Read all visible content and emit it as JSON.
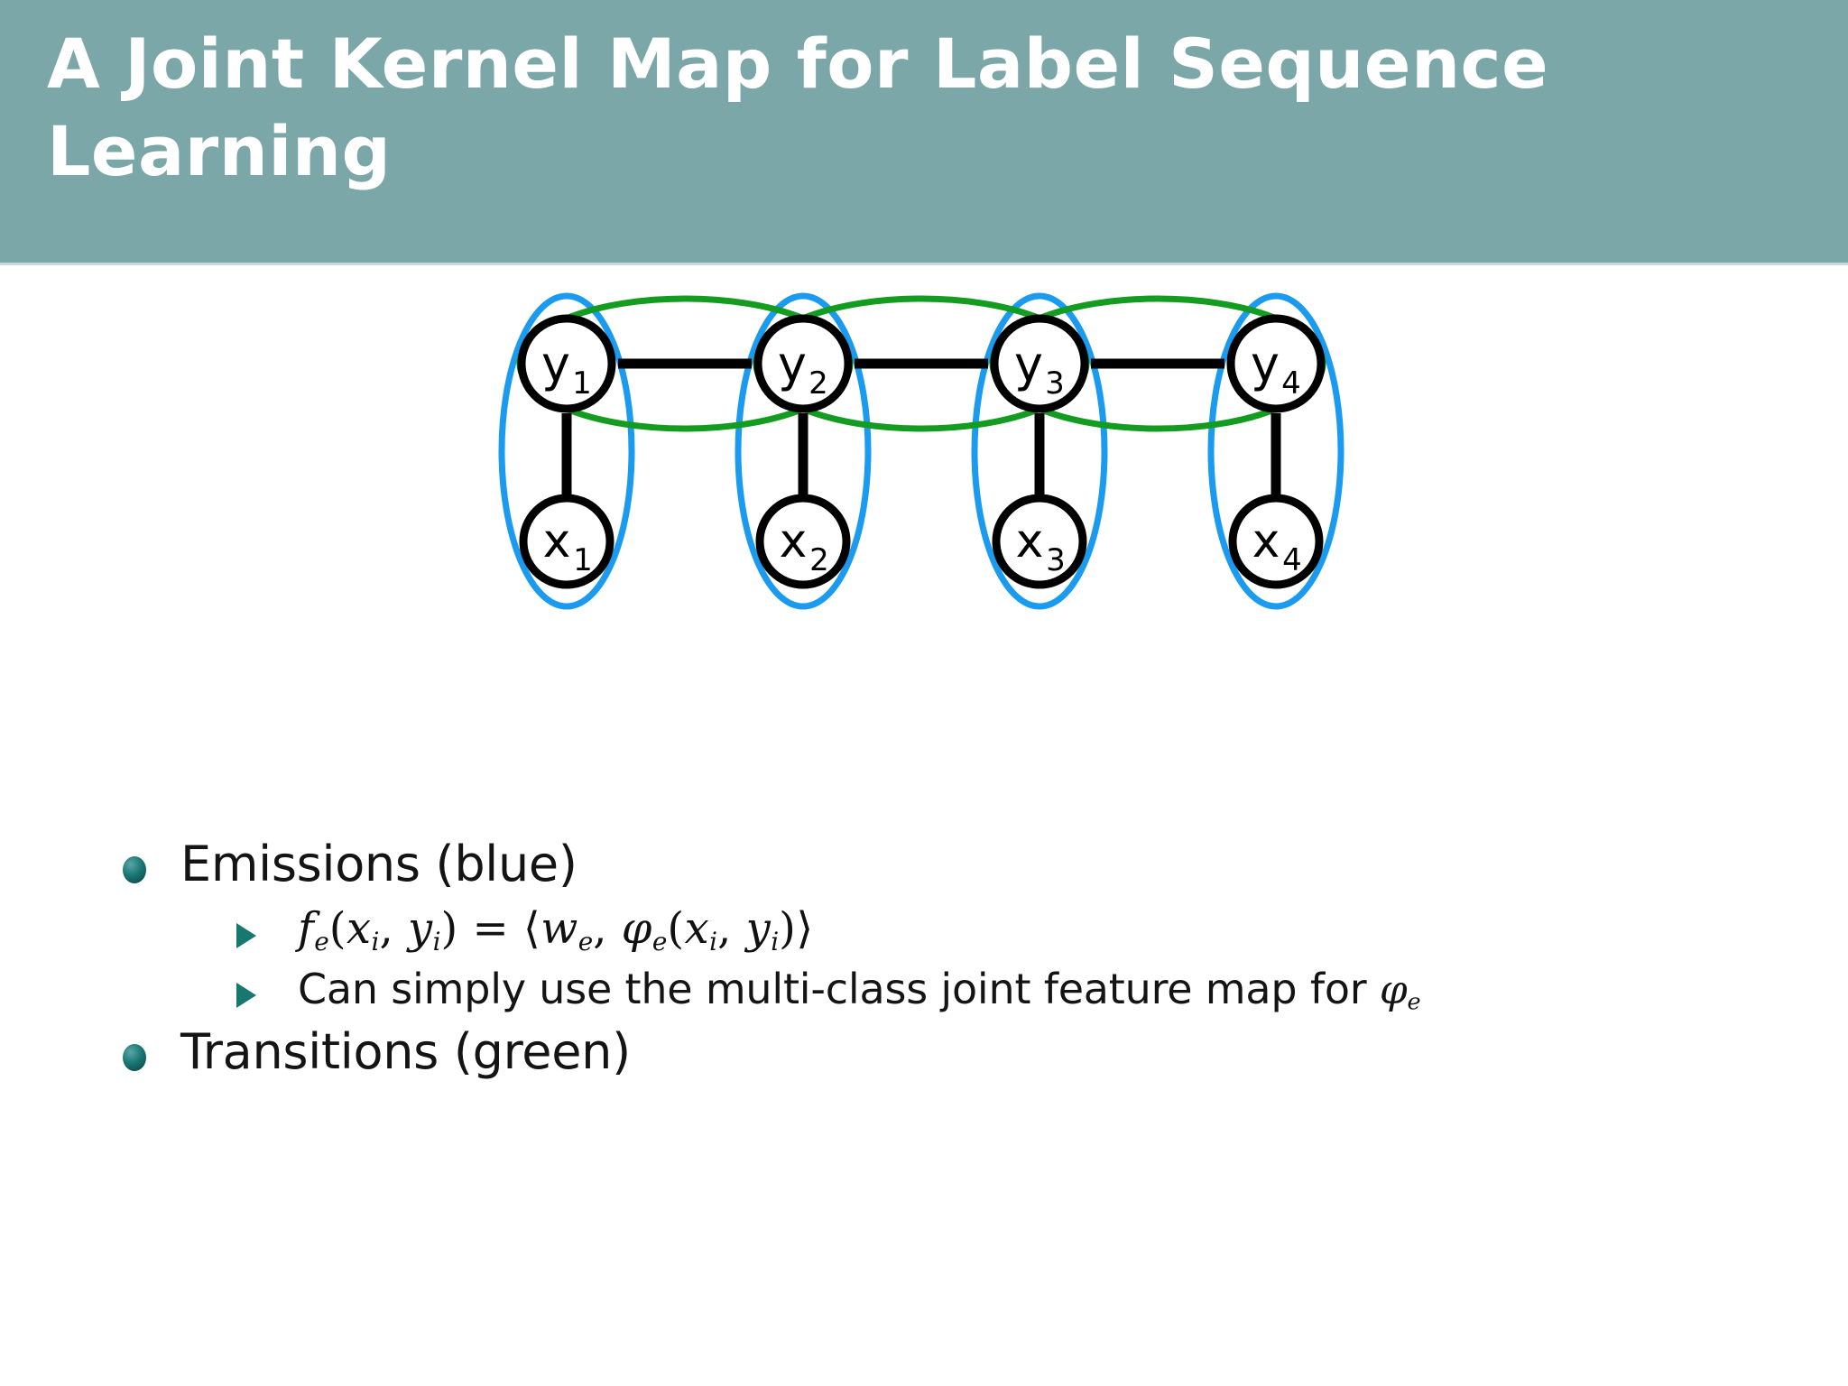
{
  "slide": {
    "title": "A Joint Kernel Map for Label Sequence Learning",
    "header_color": "#7ba7a8",
    "background_color": "#ffffff"
  },
  "diagram": {
    "type": "factor-graph",
    "description": "Chain-structured graphical model with four hidden label nodes and four observation nodes",
    "label_nodes": [
      {
        "id": "y1",
        "base": "y",
        "index": "1"
      },
      {
        "id": "y2",
        "base": "y",
        "index": "2"
      },
      {
        "id": "y3",
        "base": "y",
        "index": "3"
      },
      {
        "id": "y4",
        "base": "y",
        "index": "4"
      }
    ],
    "observation_nodes": [
      {
        "id": "x1",
        "base": "x",
        "index": "1"
      },
      {
        "id": "x2",
        "base": "x",
        "index": "2"
      },
      {
        "id": "x3",
        "base": "x",
        "index": "3"
      },
      {
        "id": "x4",
        "base": "x",
        "index": "4"
      }
    ],
    "emission_ellipses_count": 4,
    "transition_ellipses_count": 3,
    "colors": {
      "emission_blue": "#1b9bf0",
      "transition_green": "#139c1f",
      "node_stroke": "#000000",
      "node_fill": "#ffffff",
      "edge": "#000000"
    }
  },
  "content": {
    "bullets": [
      {
        "level": 1,
        "text": "Emissions (blue)",
        "bullet_icon": "sphere-bullet-icon"
      },
      {
        "level": 2,
        "kind": "math",
        "bullet_icon": "triangle-bullet-icon",
        "formula_plain": "f_e(x_i, y_i) = <w_e, phi_e(x_i, y_i)>",
        "parts": {
          "f": "f",
          "f_sub": "e",
          "open": "(",
          "x": "x",
          "x_sub": "i",
          "comma1": ", ",
          "y": "y",
          "y_sub": "i",
          "close": ")",
          "equals": " = ",
          "langle": "⟨",
          "w": "w",
          "w_sub": "e",
          "comma2": ", ",
          "phi": "φ",
          "phi_sub": "e",
          "open2": "(",
          "x2": "x",
          "x2_sub": "i",
          "comma3": ", ",
          "y2": "y",
          "y2_sub": "i",
          "close2": ")",
          "rangle": "⟩"
        }
      },
      {
        "level": 2,
        "kind": "text-with-math",
        "bullet_icon": "triangle-bullet-icon",
        "text_before": "Can simply use the multi-class joint feature map for ",
        "math_symbol": "φ",
        "math_sub": "e"
      },
      {
        "level": 1,
        "text": "Transitions (green)",
        "bullet_icon": "sphere-bullet-icon"
      }
    ]
  }
}
